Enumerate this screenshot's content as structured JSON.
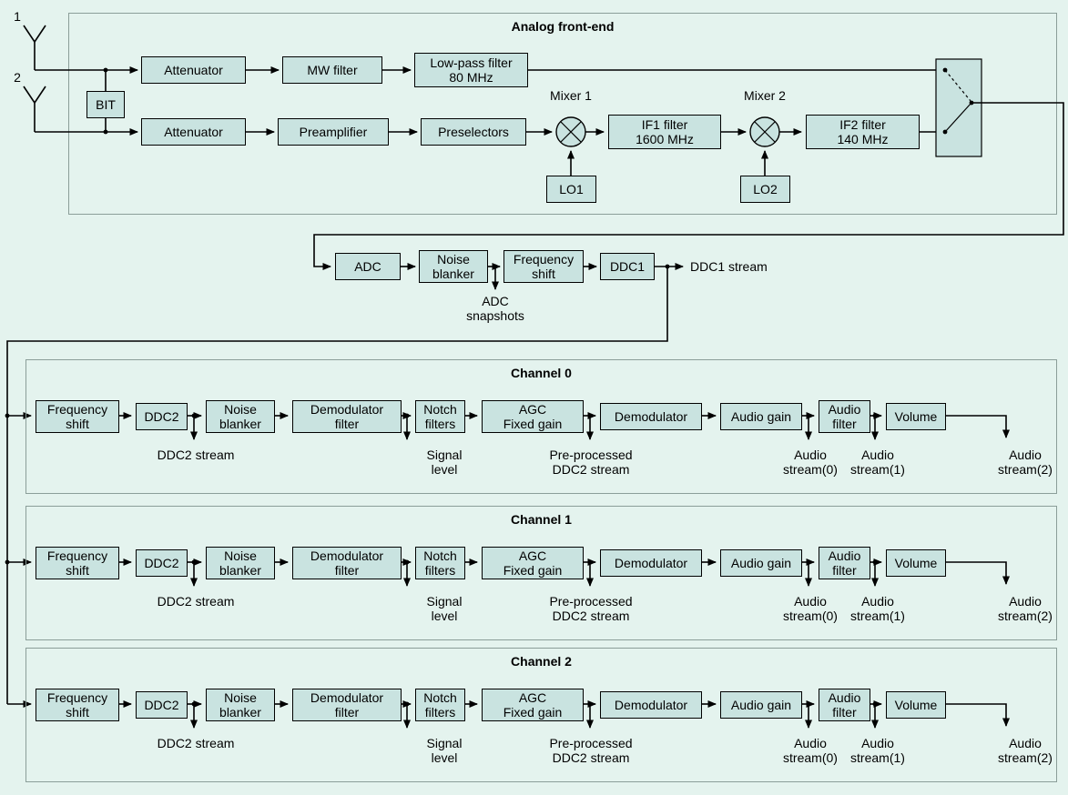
{
  "colors": {
    "background": "#e4f3ee",
    "block_fill": "#c9e3e0",
    "block_border": "#000000",
    "group_border": "#8b9e99",
    "wire": "#000000"
  },
  "front_end": {
    "title": "Analog front-end",
    "antenna1_label": "1",
    "antenna2_label": "2",
    "bit": "BIT",
    "attenuator_top": "Attenuator",
    "mw_filter": "MW filter",
    "lowpass_filter": "Low-pass filter\n80 MHz",
    "attenuator_bottom": "Attenuator",
    "preamplifier": "Preamplifier",
    "preselectors": "Preselectors",
    "mixer1_label": "Mixer 1",
    "if1_filter": "IF1 filter\n1600 MHz",
    "mixer2_label": "Mixer 2",
    "if2_filter": "IF2 filter\n140 MHz",
    "lo1": "LO1",
    "lo2": "LO2"
  },
  "adc_chain": {
    "adc": "ADC",
    "noise_blanker": "Noise\nblanker",
    "frequency_shift": "Frequency\nshift",
    "ddc1": "DDC1",
    "ddc1_stream_label": "DDC1 stream",
    "adc_snapshots_label": "ADC\nsnapshots"
  },
  "channels": [
    {
      "title": "Channel 0",
      "blocks": {
        "frequency_shift": "Frequency\nshift",
        "ddc2": "DDC2",
        "noise_blanker": "Noise\nblanker",
        "demodulator_filter": "Demodulator\nfilter",
        "notch_filters": "Notch\nfilters",
        "agc": "AGC\nFixed gain",
        "demodulator": "Demodulator",
        "audio_gain": "Audio gain",
        "audio_filter": "Audio\nfilter",
        "volume": "Volume"
      },
      "taps": {
        "ddc2_stream": "DDC2 stream",
        "signal_level": "Signal\nlevel",
        "preprocessed": "Pre-processed\nDDC2 stream",
        "audio_stream_0": "Audio\nstream(0)",
        "audio_stream_1": "Audio\nstream(1)",
        "audio_stream_2": "Audio\nstream(2)"
      }
    },
    {
      "title": "Channel 1",
      "blocks": {
        "frequency_shift": "Frequency\nshift",
        "ddc2": "DDC2",
        "noise_blanker": "Noise\nblanker",
        "demodulator_filter": "Demodulator\nfilter",
        "notch_filters": "Notch\nfilters",
        "agc": "AGC\nFixed gain",
        "demodulator": "Demodulator",
        "audio_gain": "Audio gain",
        "audio_filter": "Audio\nfilter",
        "volume": "Volume"
      },
      "taps": {
        "ddc2_stream": "DDC2 stream",
        "signal_level": "Signal\nlevel",
        "preprocessed": "Pre-processed\nDDC2 stream",
        "audio_stream_0": "Audio\nstream(0)",
        "audio_stream_1": "Audio\nstream(1)",
        "audio_stream_2": "Audio\nstream(2)"
      }
    },
    {
      "title": "Channel 2",
      "blocks": {
        "frequency_shift": "Frequency\nshift",
        "ddc2": "DDC2",
        "noise_blanker": "Noise\nblanker",
        "demodulator_filter": "Demodulator\nfilter",
        "notch_filters": "Notch\nfilters",
        "agc": "AGC\nFixed gain",
        "demodulator": "Demodulator",
        "audio_gain": "Audio gain",
        "audio_filter": "Audio\nfilter",
        "volume": "Volume"
      },
      "taps": {
        "ddc2_stream": "DDC2 stream",
        "signal_level": "Signal\nlevel",
        "preprocessed": "Pre-processed\nDDC2 stream",
        "audio_stream_0": "Audio\nstream(0)",
        "audio_stream_1": "Audio\nstream(1)",
        "audio_stream_2": "Audio\nstream(2)"
      }
    }
  ]
}
